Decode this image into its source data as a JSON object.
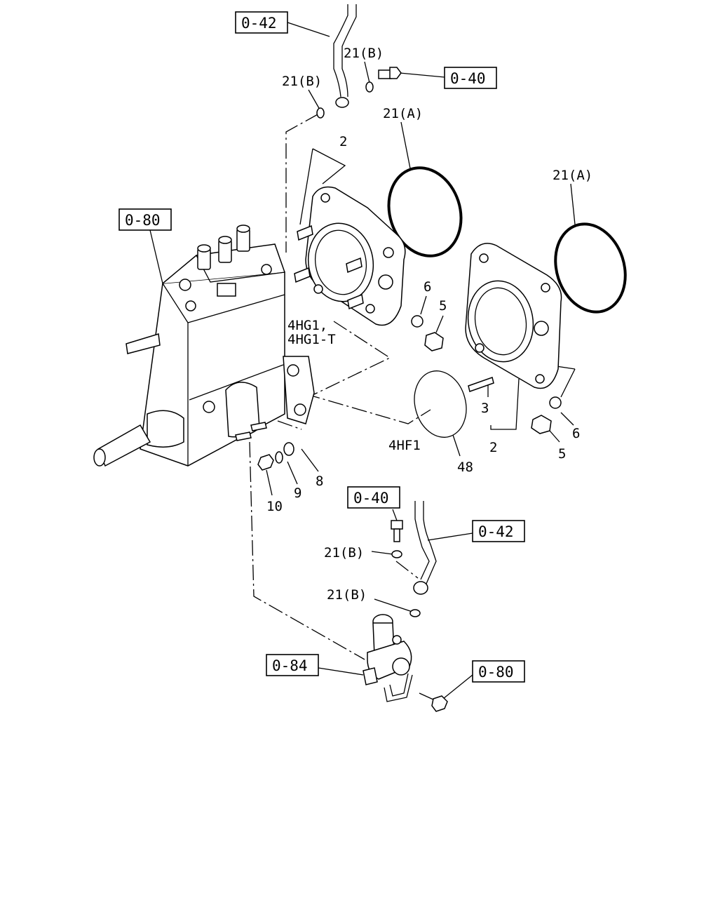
{
  "refs": {
    "r1": "0-42",
    "r2": "0-40",
    "r3": "0-80",
    "r4": "0-40",
    "r5": "0-42",
    "r6": "0-84",
    "r7": "0-80"
  },
  "labels": {
    "l21b_1": "21(B)",
    "l21b_2": "21(B)",
    "l21a_1": "21(A)",
    "l21a_2": "21(A)",
    "l2_top": "2",
    "l6_a": "6",
    "l5_a": "5",
    "l4hg1": "4HG1,",
    "l4hg1t": "4HG1-T",
    "l3": "3",
    "l2_b": "2",
    "l6_b": "6",
    "l5_b": "5",
    "l4hf1": "4HF1",
    "l48": "48",
    "l8": "8",
    "l9": "9",
    "l10": "10",
    "l21b_3": "21(B)",
    "l21b_4": "21(B)"
  }
}
